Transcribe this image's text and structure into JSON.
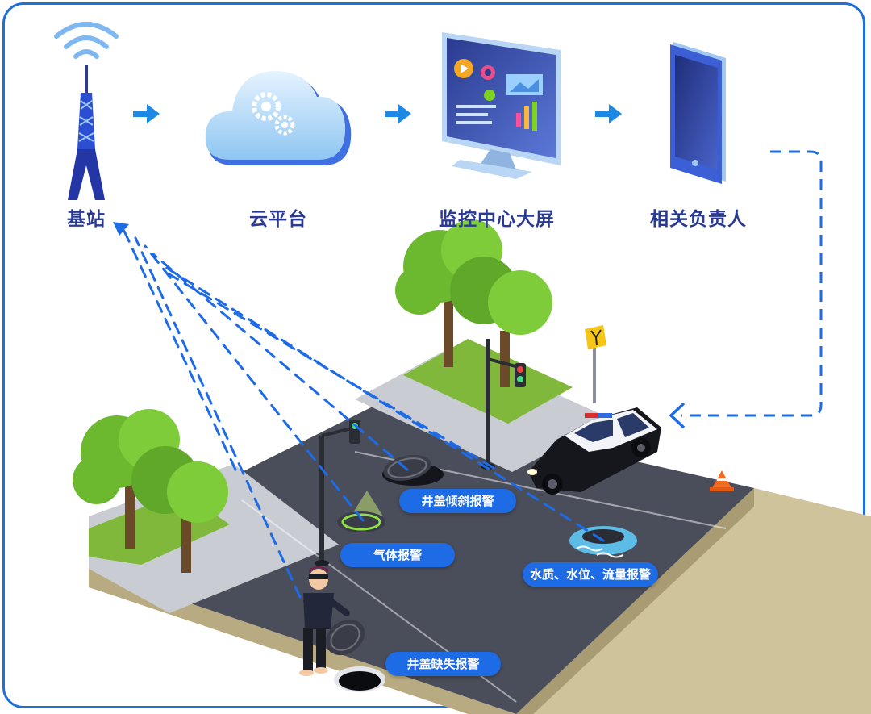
{
  "flow": {
    "steps": [
      {
        "label": "基站",
        "icon": "base-station-tower-icon"
      },
      {
        "label": "云平台",
        "icon": "cloud-gear-icon"
      },
      {
        "label": "监控中心大屏",
        "icon": "monitor-dashboard-icon"
      },
      {
        "label": "相关负责人",
        "icon": "smartphone-icon"
      }
    ],
    "arrow_icon": "arrow-right-icon"
  },
  "alarms": {
    "tilt": "井盖倾斜报警",
    "gas": "气体报警",
    "water": "水质、水位、流量报警",
    "missing": "井盖缺失报警"
  },
  "colors": {
    "accent": "#1e6be6",
    "frame": "#1f6fd6",
    "label_text": "#2a3a93",
    "road": "#4a4d5a",
    "grass": "#7fb83a"
  }
}
